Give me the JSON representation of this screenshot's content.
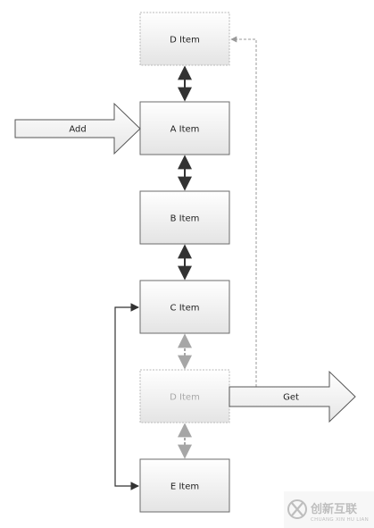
{
  "items": {
    "d_top": "D Item",
    "a": "A Item",
    "b": "B Item",
    "c": "C Item",
    "d_faded": "D Item",
    "e": "E Item"
  },
  "arrows": {
    "add": "Add",
    "get": "Get"
  },
  "watermark": {
    "main": "创新互联",
    "sub": "CHUANG XIN HU LIAN",
    "icon": "x-logo-icon"
  },
  "colors": {
    "box_fill_top": "#ffffff",
    "box_fill_bottom": "#e4e4e4",
    "box_border": "#6b6b6b",
    "faded_border": "#b8b8b8",
    "faded_text": "#a8a8a8",
    "text": "#222222",
    "connector": "#333333",
    "faded_connector": "#a6a6a6",
    "dashed": "#9a9a9a"
  }
}
